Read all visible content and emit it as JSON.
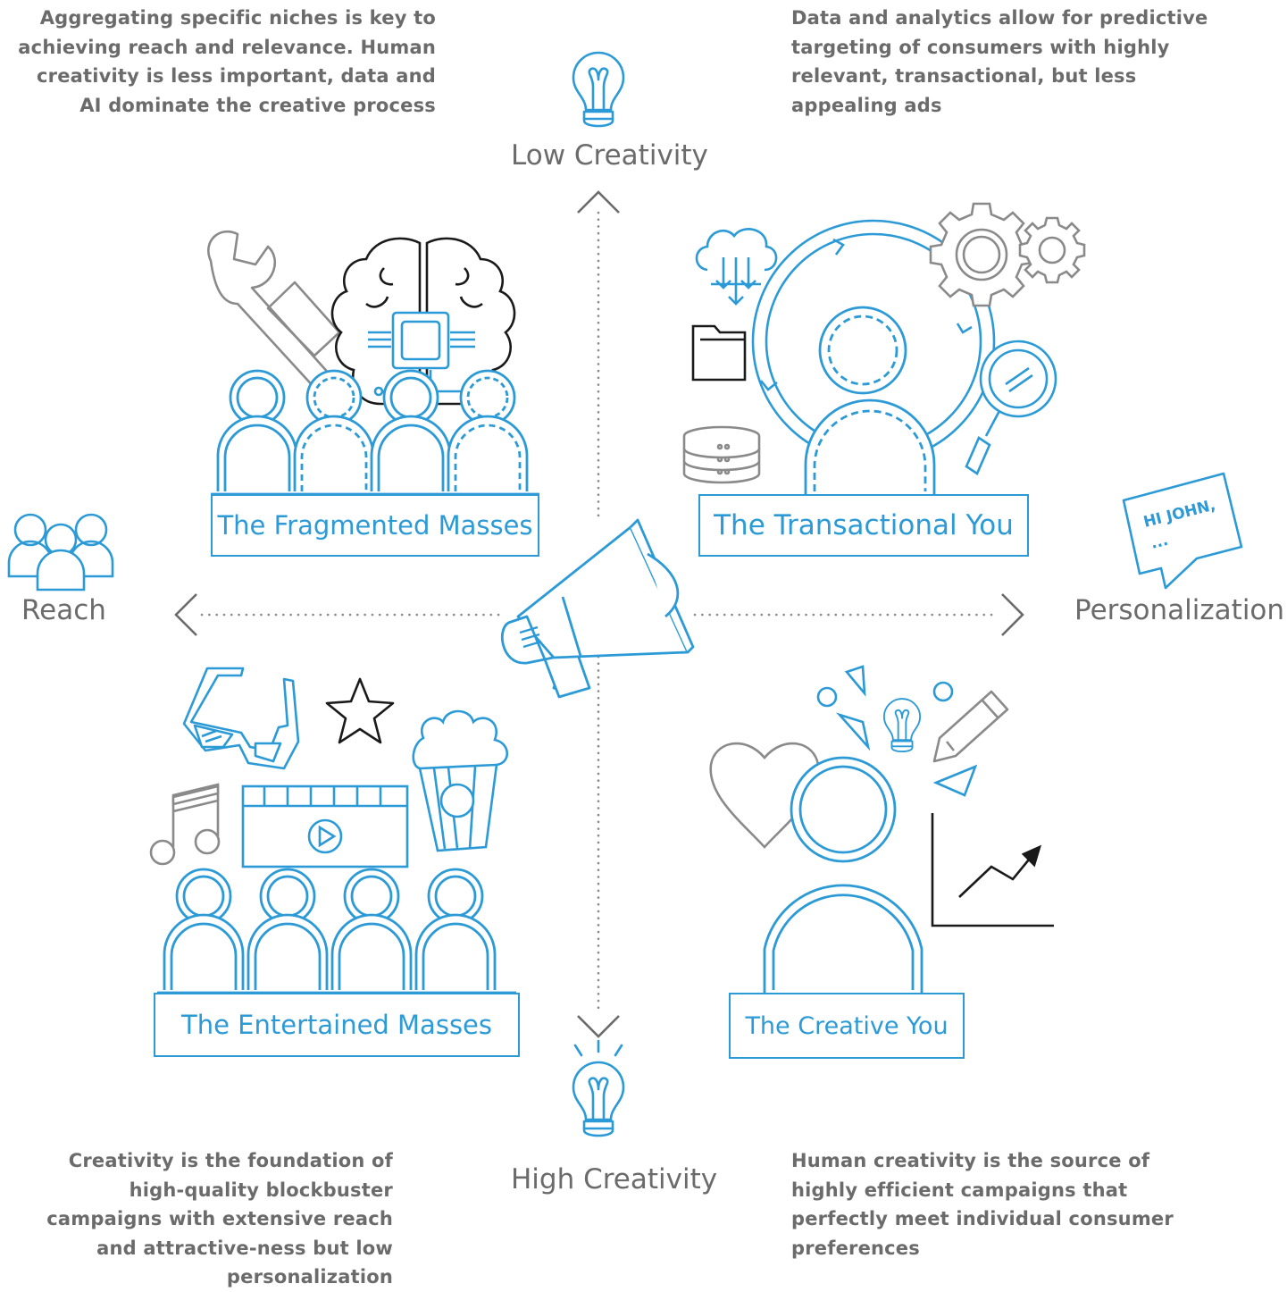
{
  "descriptions": {
    "top_left": "Aggregating specific niches is key to achieving reach and relevance. Human creativity is less important, data and AI dominate the creative process",
    "top_right": "Data and analytics allow for predictive targeting of consumers with highly relevant, transactional, but less appealing ads",
    "bottom_left": "Creativity is the foundation of high-quality blockbuster campaigns with extensive reach and attractive-ness but low personalization",
    "bottom_right": "Human creativity is the source of highly efficient campaigns that perfectly meet individual consumer preferences"
  },
  "axes": {
    "top": "Low Creativity",
    "bottom": "High Creativity",
    "left": "Reach",
    "right": "Personalization"
  },
  "quadrants": {
    "top_left": "The Fragmented Masses",
    "top_right": "The Transactional You",
    "bottom_left": "The Entertained Masses",
    "bottom_right": "The Creative You"
  },
  "speech_bubble": {
    "line1": "HI JOHN,",
    "line2": "..."
  },
  "colors": {
    "blue": "#2b9ad6",
    "gray": "#8a8a8a",
    "dark": "#1a1a1a",
    "text": "#6b6b6b"
  }
}
